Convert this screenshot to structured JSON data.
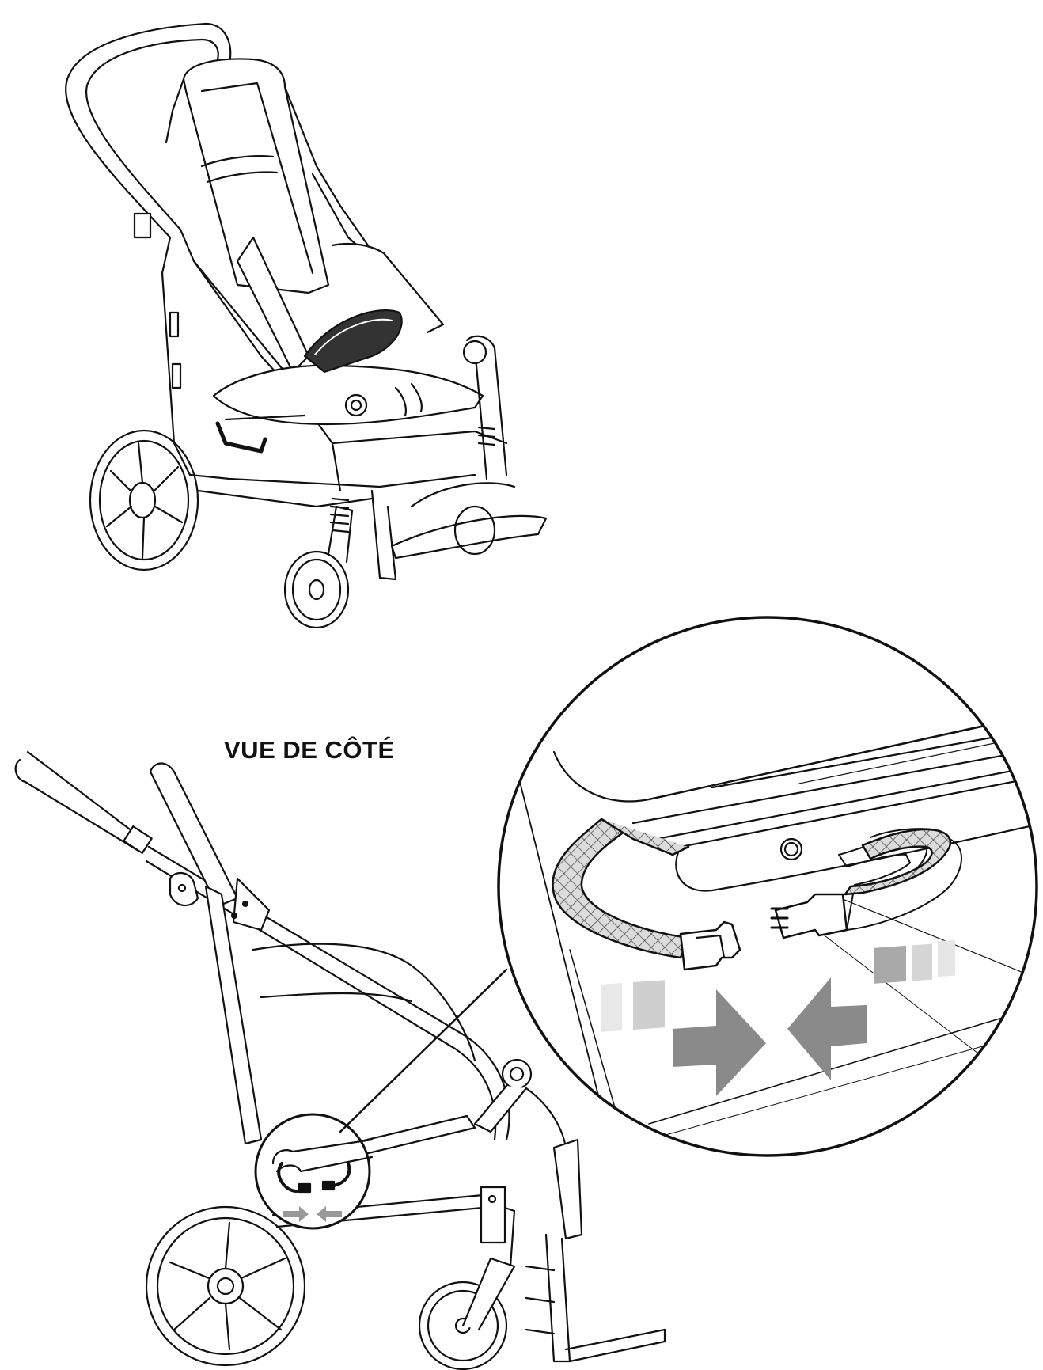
{
  "side_view": {
    "label": "VUE DE CÔTÉ"
  },
  "colors": {
    "line": "#111111",
    "strap_fill": "#d8d8d8",
    "arrow_dark": "#8a8a8a",
    "arrow_mid": "#a9a9a9",
    "arrow_light": "#cfcfcf",
    "arrow_faint": "#e6e6e6"
  },
  "icons": [
    "front-view-stroller",
    "side-view-stroller",
    "magnified-detail-circle",
    "buckle-insert-arrows"
  ]
}
